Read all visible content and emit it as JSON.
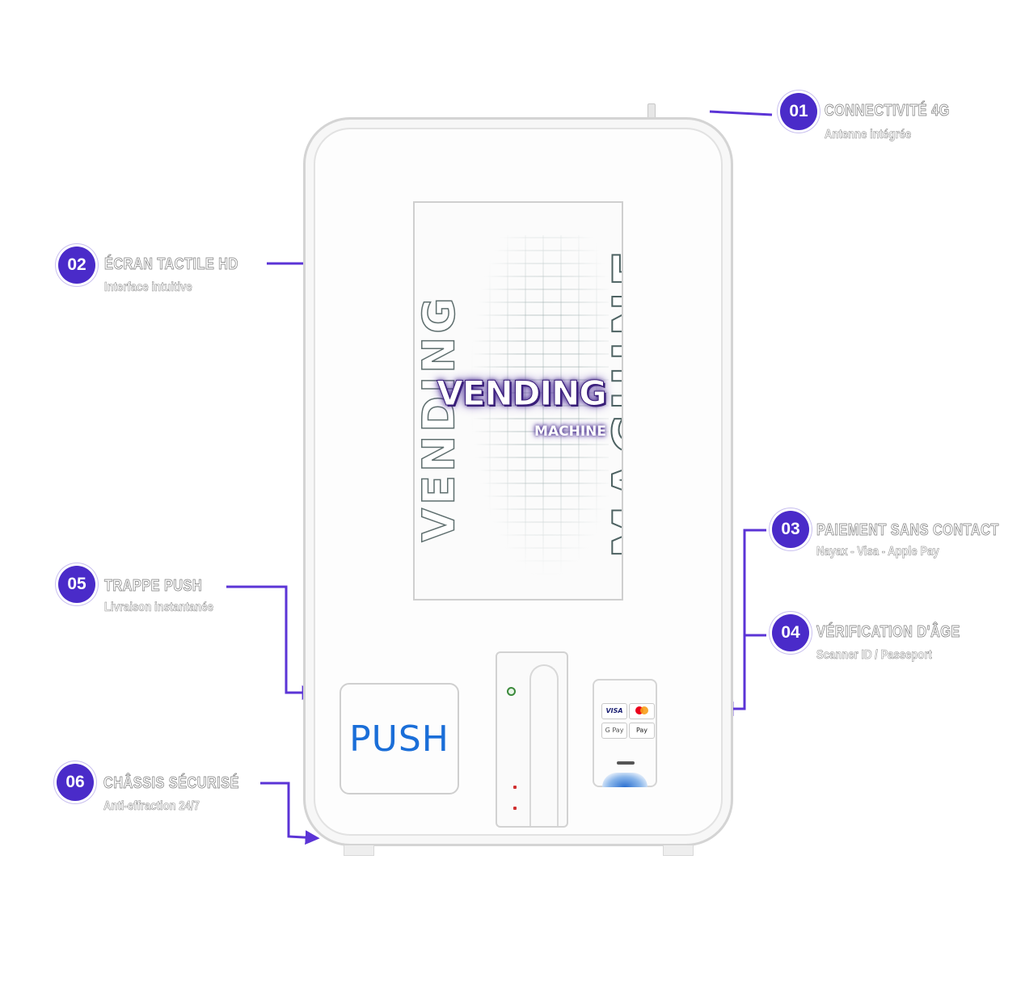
{
  "machine": {
    "screen": {
      "vertical_left": "VENDING",
      "vertical_right": "MACHINE",
      "logo_main": "VENDING",
      "logo_sub": "MACHINE"
    },
    "push_label": "PUSH",
    "payment_cards": {
      "visa": "VISA",
      "gpay": "G Pay",
      "apay": "Pay"
    }
  },
  "callouts": [
    {
      "number": "01",
      "title": "CONNECTIVITÉ 4G",
      "subtitle": "Antenne intégrée"
    },
    {
      "number": "02",
      "title": "ÉCRAN TACTILE HD",
      "subtitle": "Interface intuitive"
    },
    {
      "number": "03",
      "title": "PAIEMENT SANS CONTACT",
      "subtitle": "Nayax - Visa - Apple Pay"
    },
    {
      "number": "04",
      "title": "VÉRIFICATION D'ÂGE",
      "subtitle": "Scanner ID / Passeport"
    },
    {
      "number": "05",
      "title": "TRAPPE PUSH",
      "subtitle": "Livraison instantanée"
    },
    {
      "number": "06",
      "title": "CHÂSSIS SÉCURISÉ",
      "subtitle": "Anti-effraction 24/7"
    }
  ],
  "colors": {
    "accent": "#4a2bc9",
    "push_text": "#1a6ed8",
    "logo_glow": "#5b3aa8"
  }
}
